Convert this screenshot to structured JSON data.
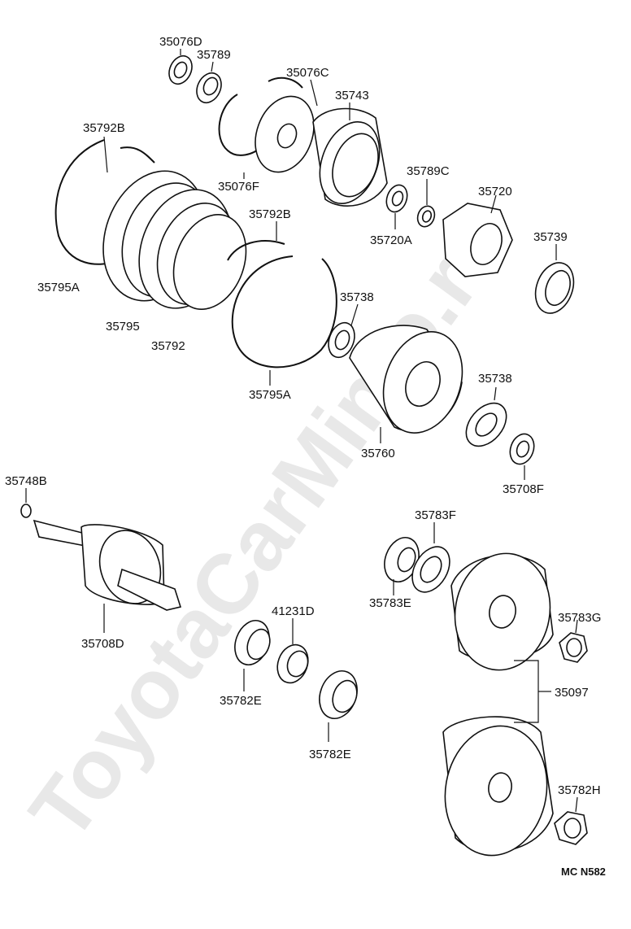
{
  "diagram": {
    "watermark": "ToyotaCarMinfo.ru",
    "drawing_code": "MC N582",
    "labels": [
      {
        "id": "l-35076D",
        "text": "35076D"
      },
      {
        "id": "l-35789",
        "text": "35789"
      },
      {
        "id": "l-35076C",
        "text": "35076C"
      },
      {
        "id": "l-35743",
        "text": "35743"
      },
      {
        "id": "l-35792B-a",
        "text": "35792B"
      },
      {
        "id": "l-35076F",
        "text": "35076F"
      },
      {
        "id": "l-35789C",
        "text": "35789C"
      },
      {
        "id": "l-35720",
        "text": "35720"
      },
      {
        "id": "l-35720A",
        "text": "35720A"
      },
      {
        "id": "l-35792B-b",
        "text": "35792B"
      },
      {
        "id": "l-35739",
        "text": "35739"
      },
      {
        "id": "l-35795A-a",
        "text": "35795A"
      },
      {
        "id": "l-35738-a",
        "text": "35738"
      },
      {
        "id": "l-35795",
        "text": "35795"
      },
      {
        "id": "l-35792",
        "text": "35792"
      },
      {
        "id": "l-35738-b",
        "text": "35738"
      },
      {
        "id": "l-35795A-b",
        "text": "35795A"
      },
      {
        "id": "l-35760",
        "text": "35760"
      },
      {
        "id": "l-35748B",
        "text": "35748B"
      },
      {
        "id": "l-35708F",
        "text": "35708F"
      },
      {
        "id": "l-35783F",
        "text": "35783F"
      },
      {
        "id": "l-35783E",
        "text": "35783E"
      },
      {
        "id": "l-41231D",
        "text": "41231D"
      },
      {
        "id": "l-35708D",
        "text": "35708D"
      },
      {
        "id": "l-35783G",
        "text": "35783G"
      },
      {
        "id": "l-35782E-a",
        "text": "35782E"
      },
      {
        "id": "l-35097",
        "text": "35097"
      },
      {
        "id": "l-35782E-b",
        "text": "35782E"
      },
      {
        "id": "l-35782H",
        "text": "35782H"
      }
    ]
  }
}
